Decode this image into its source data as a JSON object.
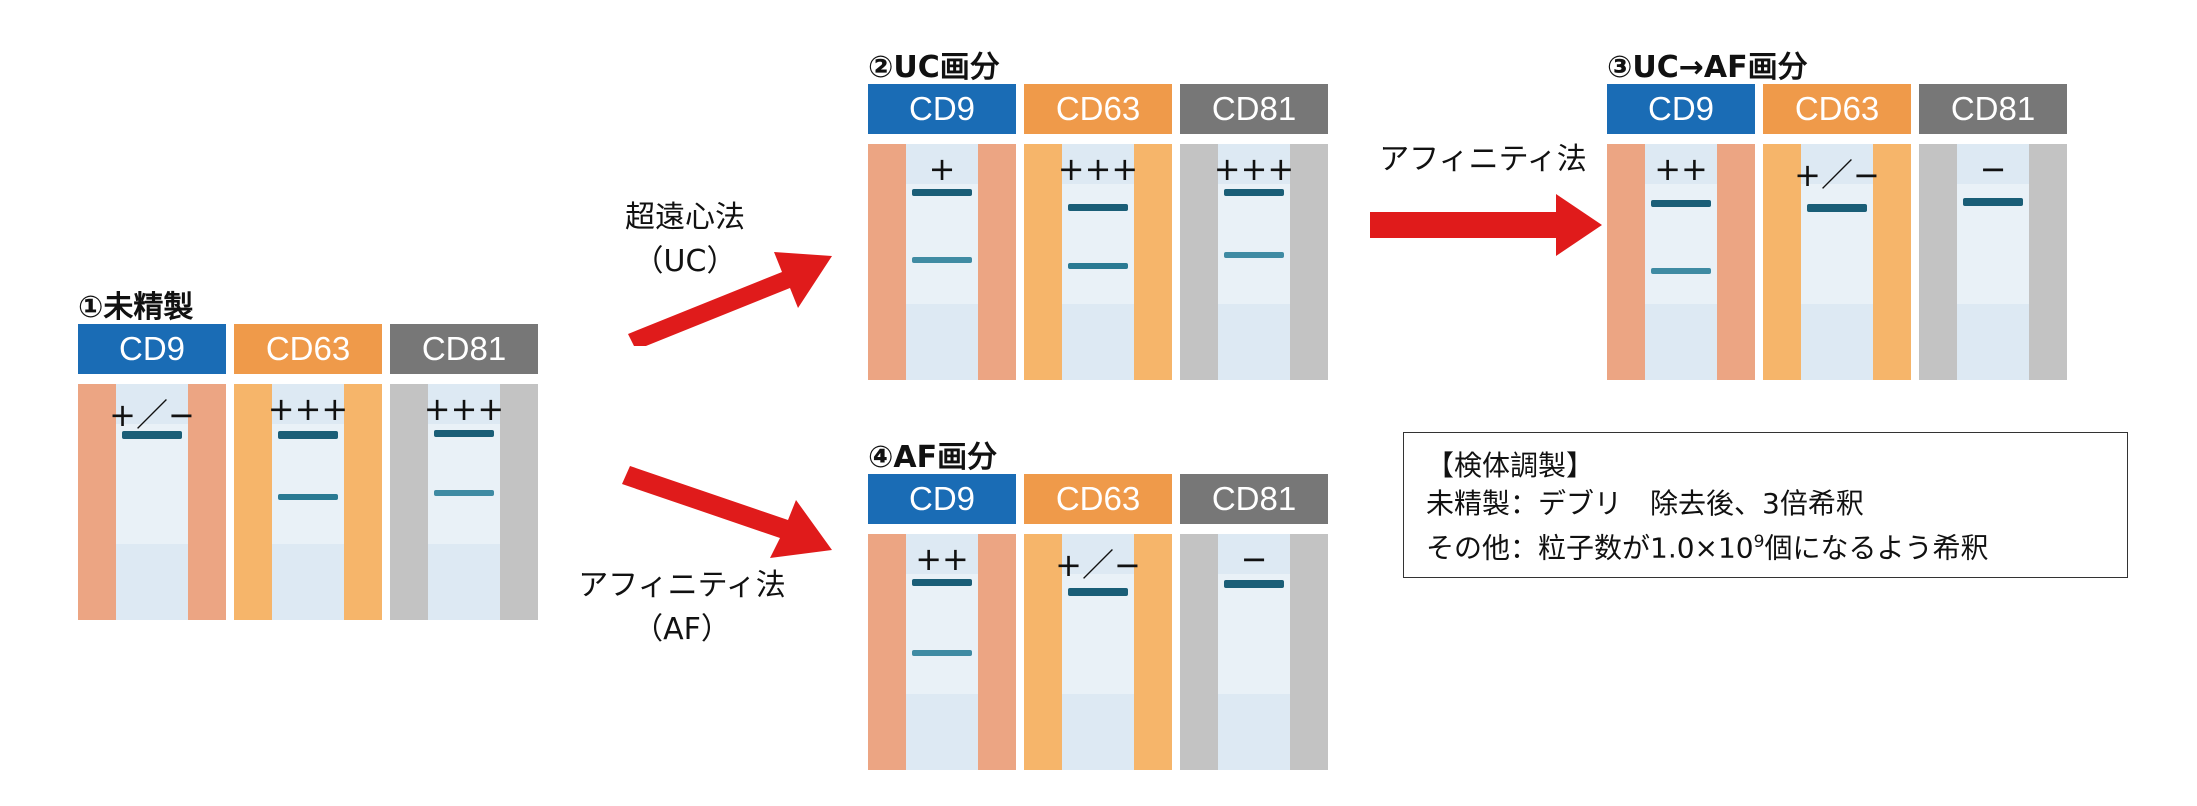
{
  "colors": {
    "cd9_header": "#1a6cb5",
    "cd63_header": "#ef9a4a",
    "cd81_header": "#777777",
    "cd9_bg": "#eca583",
    "cd63_bg": "#f6b56a",
    "cd81_bg": "#c3c3c3",
    "band": "#1a5e77",
    "arrow": "#e01b1b"
  },
  "markers": [
    "CD9",
    "CD63",
    "CD81"
  ],
  "panels": {
    "p1": {
      "title": "①未精製",
      "grades": [
        "+／−",
        "+++",
        "+++"
      ]
    },
    "p2": {
      "title": "②UC画分",
      "grades": [
        "+",
        "+++",
        "+++"
      ]
    },
    "p3": {
      "title": "③UC→AF画分",
      "grades": [
        "++",
        "+／−",
        "−"
      ]
    },
    "p4": {
      "title": "④AF画分",
      "grades": [
        "++",
        "+／−",
        "−"
      ]
    }
  },
  "arrows": {
    "uc_line1": "超遠心法",
    "uc_line2": "（UC）",
    "af_line1": "アフィニティ法",
    "af_line2": "（AF）",
    "uc_to_af": "アフィニティ法"
  },
  "note": {
    "heading": "【検体調製】",
    "line1": "未精製：デブリ　除去後、3倍希釈",
    "line2_prefix": "その他：粒子数が1.0×10",
    "line2_exp": "9",
    "line2_suffix": "個になるよう希釈"
  }
}
